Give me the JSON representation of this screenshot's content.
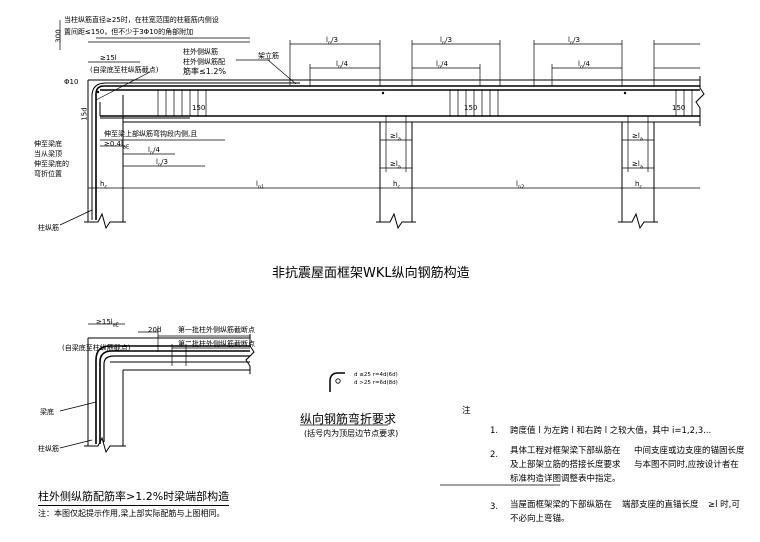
{
  "top_detail": {
    "title": "非抗震屋面框架WKL纵向钢筋构造",
    "labels": {
      "corner_note_1": "当柱纵筋直径≥25时，在柱宽范围的柱箍筋内侧设",
      "corner_note_2": "置间距≤150，但不少于3Φ10的角部附加",
      "dim_300": "300",
      "dim_15lae": "≥15l",
      "from_beam_bottom": "(自梁底至柱纵筋截点)",
      "col_outer_1": "柱外侧纵筋",
      "col_outer_2": "柱外侧纵筋配",
      "col_outer_3": "筋率≤1.2%",
      "overlap": "架立筋",
      "r_d": "Φ10",
      "dim_150a": "150",
      "dim_150b": "150",
      "dim_150c": "150",
      "ln3_a": "l",
      "ln3_b": "l",
      "ln3_c": "l",
      "ln4_a": "l",
      "ln4_b": "l",
      "ln4_c": "l",
      "side_1": "伸至梁底",
      "side_2": "当从梁顶",
      "side_3": "伸至梁底的",
      "side_4": "弯折位置",
      "bottom_rebar_1": "伸至梁上部纵筋弯钩段内侧,且",
      "bottom_rebar_2": "≥0.4l",
      "ln4_left": "l",
      "ln3_left": "l",
      "lae_1": "≥l",
      "lae_2": "≥l",
      "lae_3": "≥l",
      "hc_1": "h",
      "hc_2": "h",
      "hc_3": "h",
      "ln1": "l",
      "ln2": "l",
      "column_rebar": "柱纵筋"
    }
  },
  "lower_left": {
    "title": "柱外侧纵筋配筋率>1.2%时梁端部构造",
    "note": "注：本图仅起提示作用,梁上部实际配筋与上图相同。",
    "labels": {
      "dim_15lae": "≥15l",
      "dim_20d": "20d",
      "from_beam_bottom": "(自梁底至柱纵筋截点)",
      "first_batch": "第一批柱外侧纵筋截断点",
      "second_batch": "第二批柱外侧纵筋截断点",
      "beam_bottom": "梁底",
      "column_rebar": "柱纵筋"
    }
  },
  "bend_detail": {
    "title": "纵向钢筋弯折要求",
    "subtitle": "(括号内为顶层边节点要求)",
    "legend_1": "d ≤25   r=4d(6d)",
    "legend_2": "d >25   r=6d(8d)"
  },
  "notes": {
    "heading": "注",
    "items": [
      {
        "num": "1.",
        "text": "跨度值 l  为左跨 l  和右跨 l    之较大值，其中 i=1,2,3..."
      },
      {
        "num": "2.",
        "text_a": "具体工程对框架梁下部纵筋在",
        "text_b": "中间支座或边支座的锚固长度",
        "text_c": "及上部架立筋的搭接长度要求",
        "text_d": "与本图不同时,应按设计者在",
        "text_e": "标准构造详图调整表中指定。"
      },
      {
        "num": "3.",
        "text_a": "当屋面框架梁的下部纵筋在",
        "text_b": "端部支座的直锚长度",
        "text_c": "≥l  时,可",
        "text_d": "不必向上弯锚。"
      }
    ]
  }
}
